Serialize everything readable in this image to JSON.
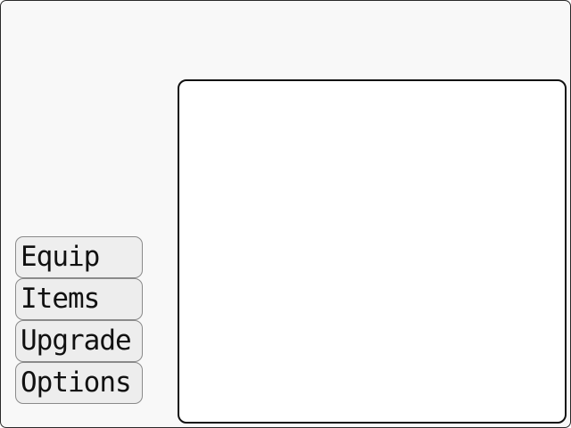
{
  "menu": {
    "items": [
      {
        "label": "Equip"
      },
      {
        "label": "Items"
      },
      {
        "label": "Upgrade"
      },
      {
        "label": "Options"
      }
    ]
  },
  "colors": {
    "window_background": "#f8f8f8",
    "button_background": "#ededed",
    "panel_background": "#ffffff",
    "border": "#111111"
  }
}
